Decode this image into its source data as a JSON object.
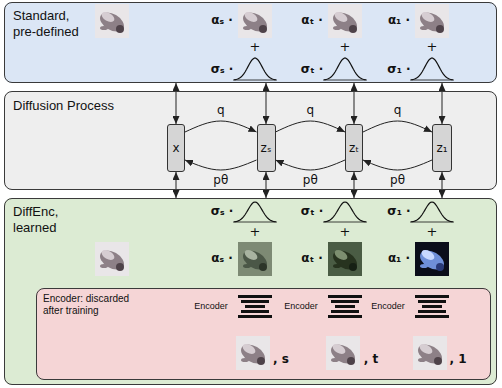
{
  "diagram": {
    "nodes": [
      {
        "text": [
          "Standard, pre-defined"
        ]
      },
      {
        "text": [
          "Diffusion Process"
        ]
      },
      {
        "text": [
          "x"
        ],
        "in": 1
      },
      {
        "text": [
          "zₛ"
        ],
        "in": 1
      },
      {
        "text": [
          "zₜ"
        ],
        "in": 1
      },
      {
        "text": [
          "z₁"
        ],
        "in": 1
      },
      {
        "text": [
          "DiffEnc, learned"
        ]
      },
      {
        "text": [
          "Encoder: discarded after training"
        ],
        "in": 6
      }
    ],
    "edges": [
      {
        "from": 2,
        "to": 3,
        "label": "q",
        "arrow": "to"
      },
      {
        "from": 3,
        "to": 4,
        "label": "q",
        "arrow": "to"
      },
      {
        "from": 4,
        "to": 5,
        "label": "q",
        "arrow": "to"
      },
      {
        "from": 3,
        "to": 2,
        "label": "pθ",
        "arrow": "to"
      },
      {
        "from": 4,
        "to": 3,
        "label": "pθ",
        "arrow": "to"
      },
      {
        "from": 5,
        "to": 4,
        "label": "pθ",
        "arrow": "to"
      },
      {
        "from": 0,
        "to": 2,
        "arrow": "both"
      },
      {
        "from": 0,
        "to": 3,
        "arrow": "both"
      },
      {
        "from": 0,
        "to": 4,
        "arrow": "both"
      },
      {
        "from": 0,
        "to": 5,
        "arrow": "both"
      },
      {
        "from": 2,
        "to": 6,
        "arrow": "both"
      },
      {
        "from": 3,
        "to": 6,
        "arrow": "both"
      },
      {
        "from": 4,
        "to": 6,
        "arrow": "both"
      },
      {
        "from": 5,
        "to": 6,
        "arrow": "both"
      }
    ],
    "labels": [
      "αₛ ·",
      "αₜ ·",
      "α₁ ·",
      "+",
      "+",
      "+",
      "σₛ ·",
      "σₜ ·",
      "σ₁ ·",
      "σₛ ·",
      "σₜ ·",
      "σ₁ ·",
      "+",
      "+",
      "+",
      "αₛ ·",
      "αₜ ·",
      "α₁ ·",
      "Encoder",
      "Encoder",
      "Encoder",
      ", s",
      ", t",
      ", 1"
    ]
  }
}
